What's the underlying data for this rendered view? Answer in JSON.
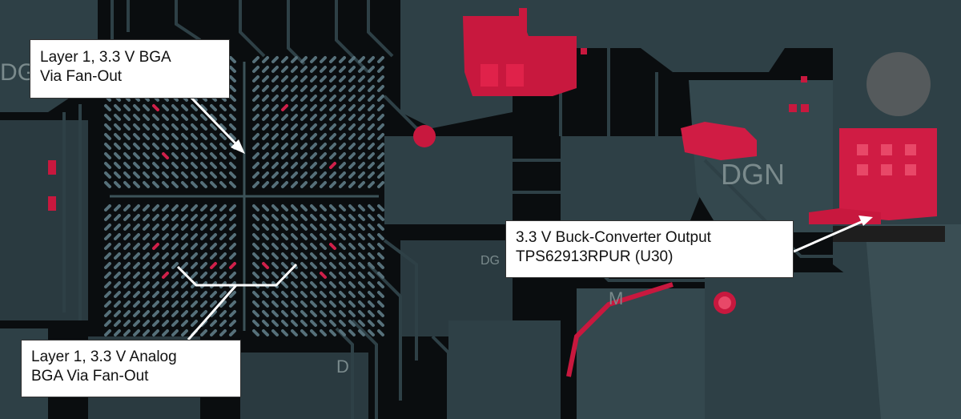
{
  "colors": {
    "background": "#0a0d0f",
    "copper": "#2e4046",
    "copper_light": "#3c5258",
    "via": "#5a7478",
    "power_red": "#c8183e",
    "callout_bg": "#ffffff"
  },
  "callouts": {
    "bga_fanout": {
      "line1": "Layer 1, 3.3 V BGA",
      "line2": "Via Fan-Out"
    },
    "analog_fanout": {
      "line1": "Layer 1, 3.3 V Analog",
      "line2": "BGA Via Fan-Out"
    },
    "buck_output": {
      "line1": "3.3 V Buck-Converter Output",
      "line2": "TPS62913RPUR (U30)"
    }
  }
}
